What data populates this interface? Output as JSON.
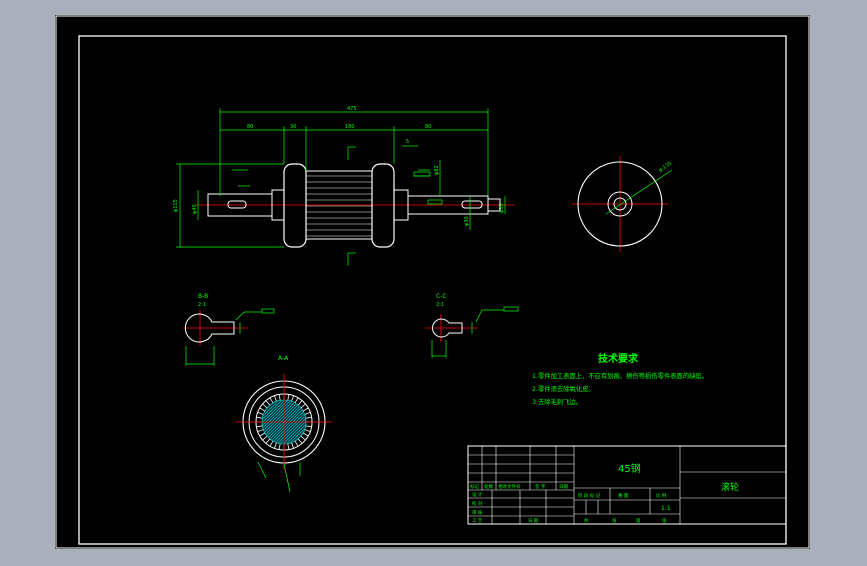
{
  "drawing": {
    "background": "#000000",
    "outer_bg": "#a9b0bb",
    "colors": {
      "border": "#ffffff",
      "geometry": "#ffffff",
      "dimension": "#00ff00",
      "centerline": "#ff0000",
      "hatch": "#00ffff",
      "title_block": "#ffffff",
      "title_text": "#00ff00",
      "requirement_text": "#00ff00"
    },
    "dimensions": {
      "overall_length": "475",
      "seg_a": "80",
      "seg_b": "30",
      "seg_c": "180",
      "seg_d": "80",
      "keyway_a": "5",
      "dia_left": "φ115",
      "dia_center": "φ82",
      "dia_right_end": "φ35",
      "dia_end_view": "φ 135",
      "small_a": "φ40",
      "small_b": "φ30"
    },
    "section_labels": {
      "b_b": "B-B",
      "b_b_scale": "2:1",
      "c_c": "C-C",
      "c_c_scale": "2:1",
      "a_a": "A-A"
    },
    "technical_requirements": {
      "title": "技术要求",
      "items": [
        "1.零件加工表面上，不应有划痕、擦伤等损伤零件表面的缺陷。",
        "2.零件须去除氧化皮。",
        "3.去除毛刺飞边。"
      ]
    },
    "title_block": {
      "material": "45钢",
      "part_name": "滚轮",
      "scale": "1:1",
      "header_labels": [
        "标记",
        "处数",
        "更改文件号",
        "签 字",
        "日期"
      ],
      "row_labels": [
        "设 计",
        "校 对",
        "审 核",
        "工 艺",
        "日 期"
      ],
      "info_labels": [
        "阶 段 标 记",
        "重 量",
        "比 例"
      ],
      "sheet_labels": [
        "共",
        "张",
        "第",
        "张"
      ]
    }
  }
}
